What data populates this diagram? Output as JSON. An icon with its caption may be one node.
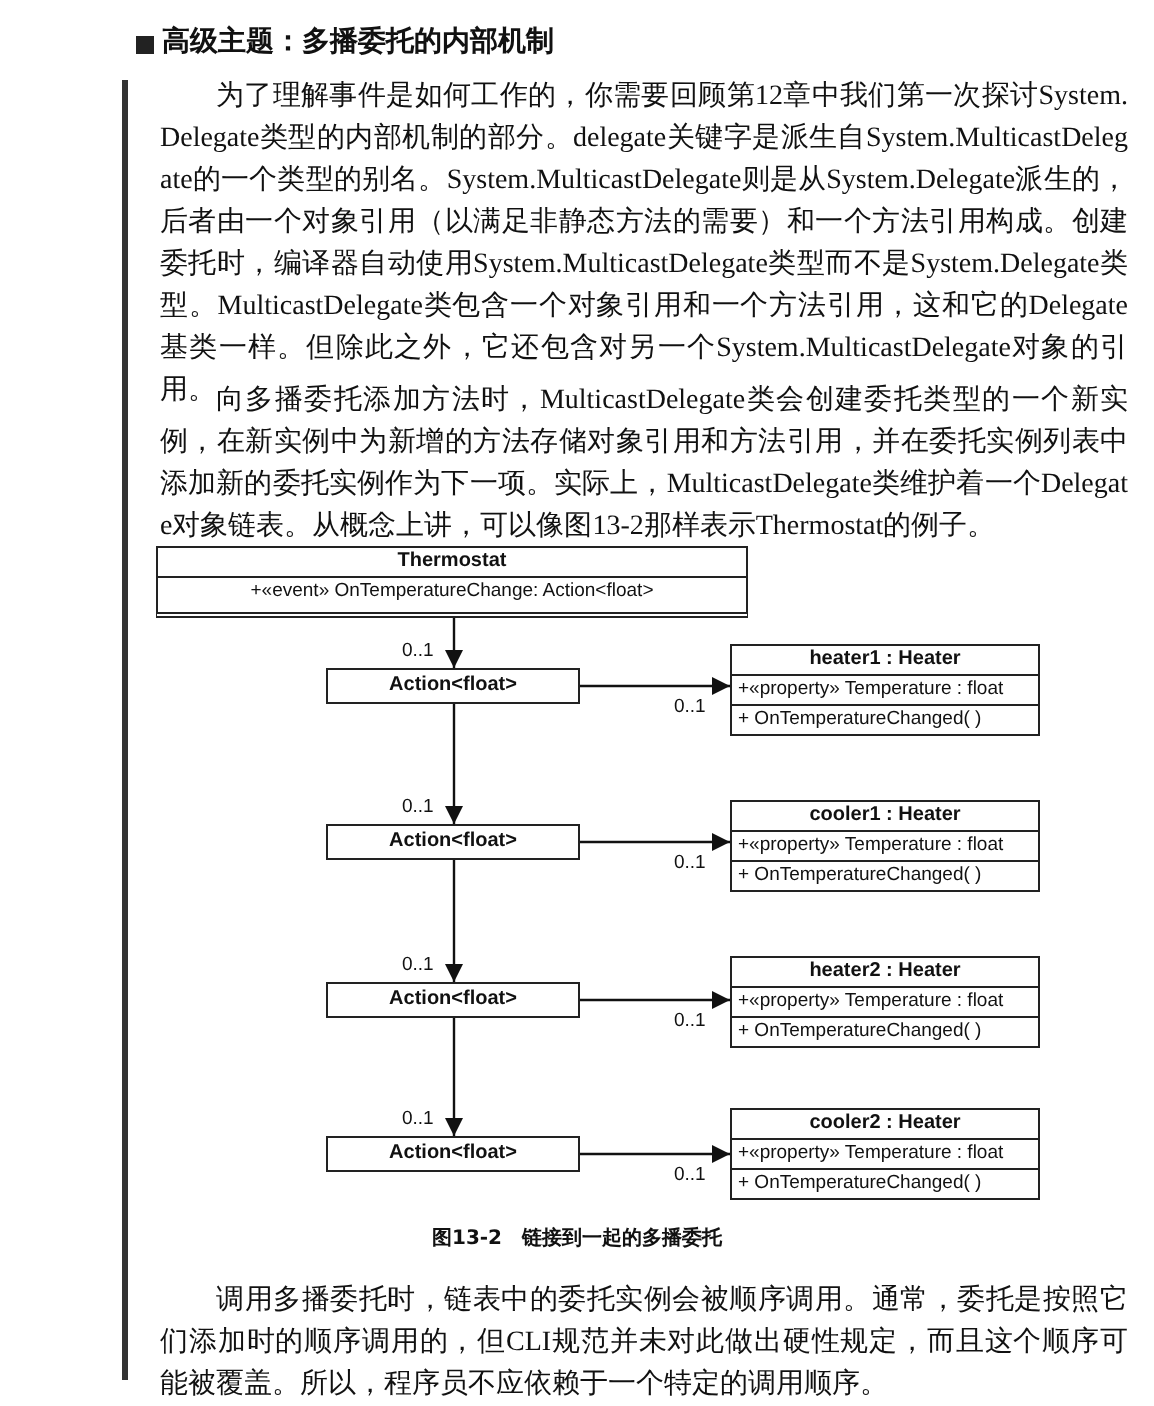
{
  "diagram": {
    "title": "高级主题：多播委托的内部机制",
    "caption": "图13-2　链接到一起的多播委托",
    "nodes": [
      {
        "text": [
          "Thermostat",
          "+«event» OnTemperatureChange: Action<float>"
        ]
      },
      {
        "text": [
          "Action<float>"
        ]
      },
      {
        "text": [
          "heater1 : Heater",
          "+«property» Temperature : float",
          "+ OnTemperatureChanged( )"
        ]
      },
      {
        "text": [
          "Action<float>"
        ]
      },
      {
        "text": [
          "cooler1 : Heater",
          "+«property» Temperature : float",
          "+ OnTemperatureChanged( )"
        ]
      },
      {
        "text": [
          "Action<float>"
        ]
      },
      {
        "text": [
          "heater2 : Heater",
          "+«property» Temperature : float",
          "+ OnTemperatureChanged( )"
        ]
      },
      {
        "text": [
          "Action<float>"
        ]
      },
      {
        "text": [
          "cooler2 : Heater",
          "+«property» Temperature : float",
          "+ OnTemperatureChanged( )"
        ]
      }
    ],
    "edges": [
      {
        "from": 0,
        "to": 1,
        "arrow": "to",
        "label": "0..1"
      },
      {
        "from": 1,
        "to": 2,
        "arrow": "to",
        "label": "0..1"
      },
      {
        "from": 1,
        "to": 3,
        "arrow": "to",
        "label": "0..1"
      },
      {
        "from": 3,
        "to": 4,
        "arrow": "to",
        "label": "0..1"
      },
      {
        "from": 3,
        "to": 5,
        "arrow": "to",
        "label": "0..1"
      },
      {
        "from": 5,
        "to": 6,
        "arrow": "to",
        "label": "0..1"
      },
      {
        "from": 5,
        "to": 7,
        "arrow": "to",
        "label": "0..1"
      },
      {
        "from": 7,
        "to": 8,
        "arrow": "to",
        "label": "0..1"
      }
    ],
    "labels": [
      "为了理解事件是如何工作的，你需要回顾第12章中我们第一次探讨System.Delegate类型的内部机制的部分。delegate关键字是派生自System.MulticastDelegate的一个类型的别名。System.MulticastDelegate则是从System.Delegate派生的，后者由一个对象引用（以满足非静态方法的需要）和一个方法引用构成。创建委托时，编译器自动使用System.MulticastDelegate类型而不是System.Delegate类型。MulticastDelegate类包含一个对象引用和一个方法引用，这和它的Delegate基类一样。但除此之外，它还包含对另一个System.MulticastDelegate对象的引用。",
      "向多播委托添加方法时，MulticastDelegate类会创建委托类型的一个新实例，在新实例中为新增的方法存储对象引用和方法引用，并在委托实例列表中添加新的委托实例作为下一项。实际上，MulticastDelegate类维护着一个Delegate对象链表。从概念上讲，可以像图13-2那样表示Thermostat的例子。",
      "调用多播委托时，链表中的委托实例会被顺序调用。通常，委托是按照它们添加时的顺序调用的，但CLI规范并未对此做出硬性规定，而且这个顺序可能被覆盖。所以，程序员不应依赖于一个特定的调用顺序。"
    ]
  }
}
